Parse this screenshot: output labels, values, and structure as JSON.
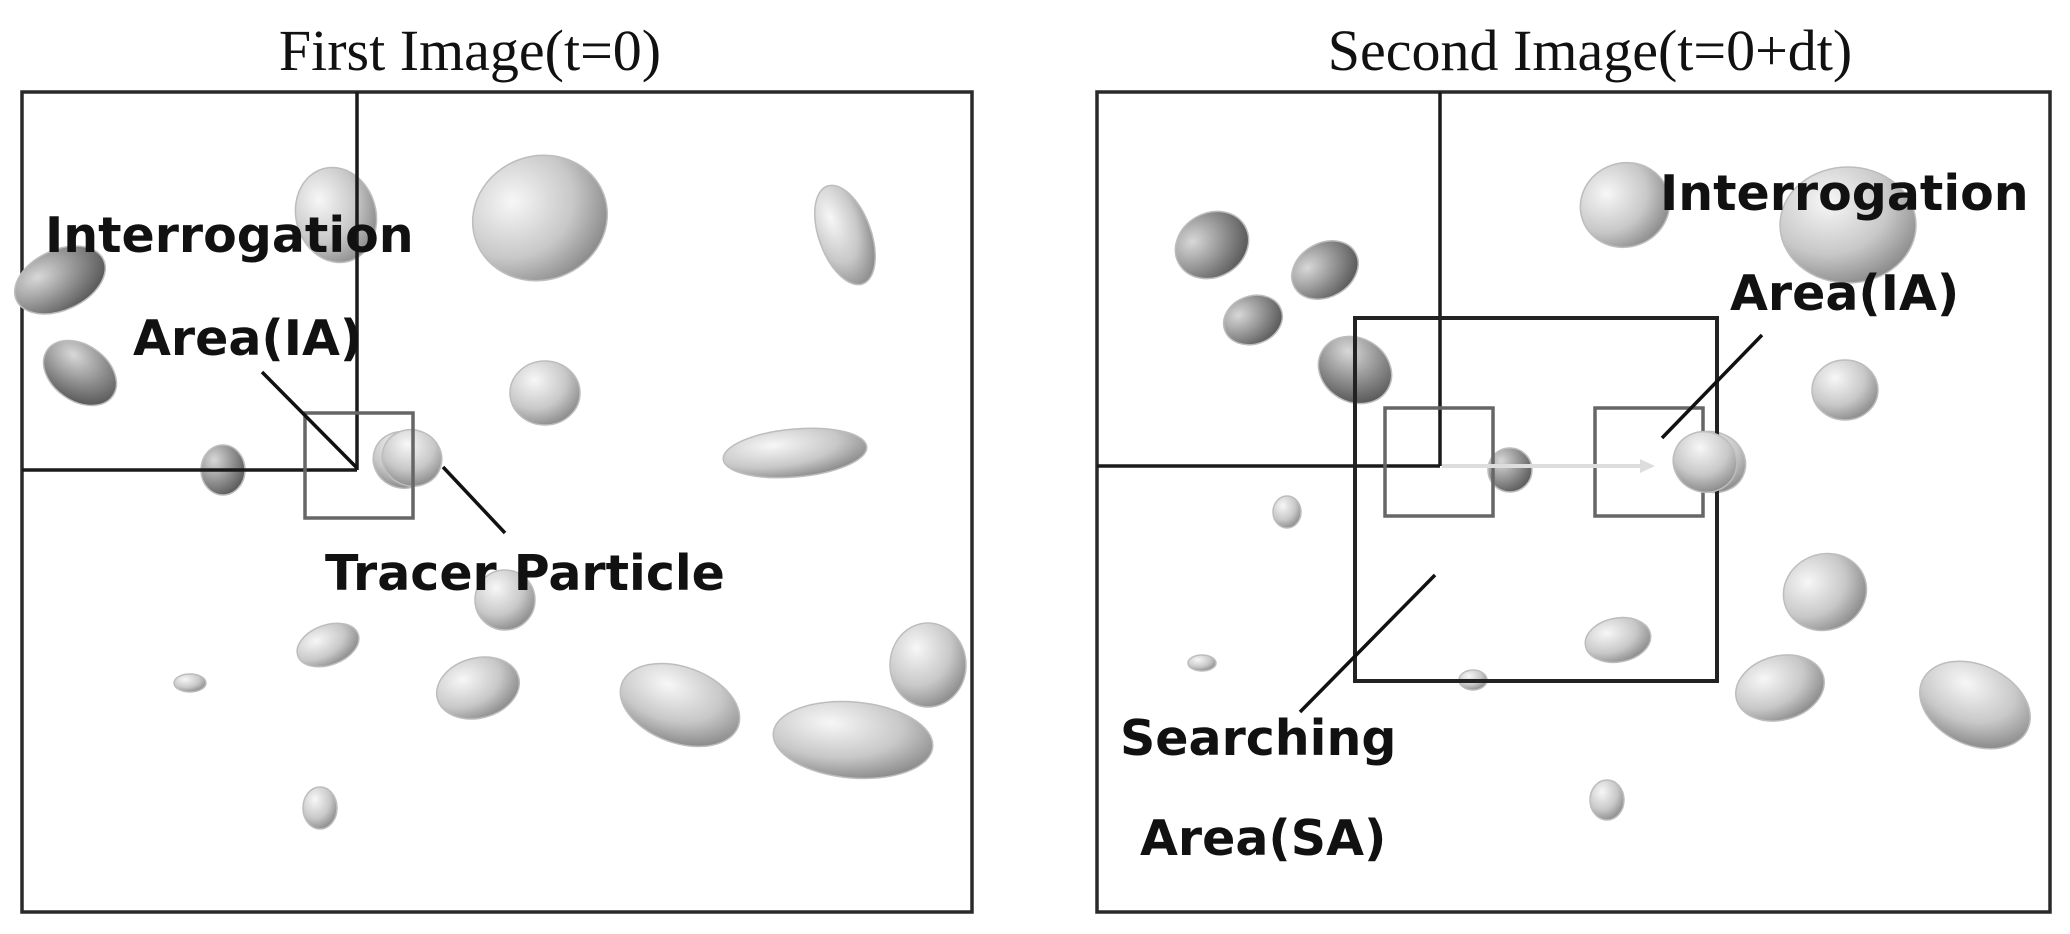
{
  "panels": {
    "first": {
      "title": "First Image(t=0)"
    },
    "second": {
      "title": "Second Image(t=0+dt)"
    }
  },
  "labels": {
    "interrogation_left": "Interrogation",
    "area_ia_left": "Area(IA)",
    "tracer_particle": "Tracer Particle",
    "interrogation_right": "Interrogation",
    "area_ia_right": "Area(IA)",
    "searching": "Searching",
    "area_sa": "Area(SA)"
  },
  "colors": {
    "frame": "#2a2a2a",
    "interrogation_box": "#666666",
    "particle_light": "#f2f2f2",
    "particle_dark": "#777777"
  }
}
